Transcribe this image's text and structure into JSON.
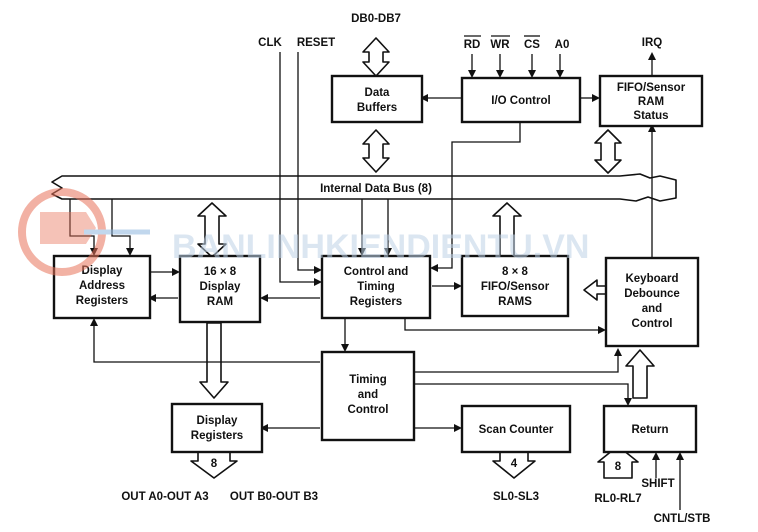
{
  "watermark": {
    "text": "BANLINHKIENDIENTU.VN",
    "color": "#bfd2e6",
    "logo_color": "#e8735a"
  },
  "bus": {
    "label": "Internal Data Bus (8)"
  },
  "blocks": {
    "data_buffers": [
      "Data",
      "Buffers"
    ],
    "io_control": [
      "I/O Control"
    ],
    "fifo_status": [
      "FIFO/Sensor",
      "RAM",
      "Status"
    ],
    "display_address": [
      "Display",
      "Address",
      "Registers"
    ],
    "display_ram": [
      "16 × 8",
      "Display",
      "RAM"
    ],
    "control_timing_regs": [
      "Control and",
      "Timing",
      "Registers"
    ],
    "fifo_rams": [
      "8 × 8",
      "FIFO/Sensor",
      "RAMS"
    ],
    "keyboard": [
      "Keyboard",
      "Debounce",
      "and",
      "Control"
    ],
    "timing_control": [
      "Timing",
      "and",
      "Control"
    ],
    "display_registers": [
      "Display",
      "Registers"
    ],
    "scan_counter": [
      "Scan Counter"
    ],
    "return": [
      "Return"
    ]
  },
  "signals": {
    "db": "DB0-DB7",
    "clk": "CLK",
    "reset": "RESET",
    "rd": "RD",
    "wr": "WR",
    "cs": "CS",
    "a0": "A0",
    "irq": "IRQ",
    "out_a": "OUT A0-OUT A3",
    "out_b": "OUT B0-OUT B3",
    "sl": "SL0-SL3",
    "rl": "RL0-RL7",
    "shift": "SHIFT",
    "cntl": "CNTL/STB"
  },
  "bus_widths": {
    "display": "8",
    "scan": "4",
    "return": "8"
  }
}
